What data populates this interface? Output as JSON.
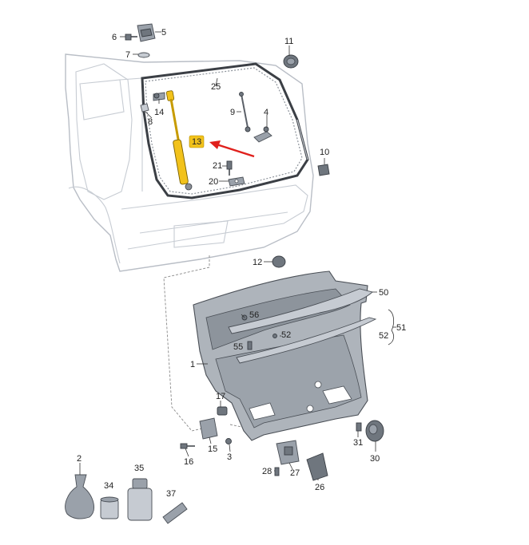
{
  "diagram": {
    "labels": {
      "p1": "1",
      "p2": "2",
      "p3": "3",
      "p4": "4",
      "p5": "5",
      "p6": "6",
      "p7": "7",
      "p8": "8",
      "p9": "9",
      "p10": "10",
      "p11": "11",
      "p12": "12",
      "p13": "13",
      "p14": "14",
      "p15": "15",
      "p16": "16",
      "p17": "17",
      "p20": "20",
      "p21": "21",
      "p25": "25",
      "p26": "26",
      "p27": "27",
      "p28": "28",
      "p30": "30",
      "p31": "31",
      "p34": "34",
      "p35": "35",
      "p37": "37",
      "p50": "50",
      "p51": "51",
      "p52": "52",
      "p55": "55",
      "p56": "56"
    },
    "highlight": {
      "part": "13",
      "fill": "#f2c21b",
      "arrow_color": "#e0201c"
    },
    "colors": {
      "part": "#9aa1aa",
      "car_outline": "#b9bec6"
    }
  }
}
